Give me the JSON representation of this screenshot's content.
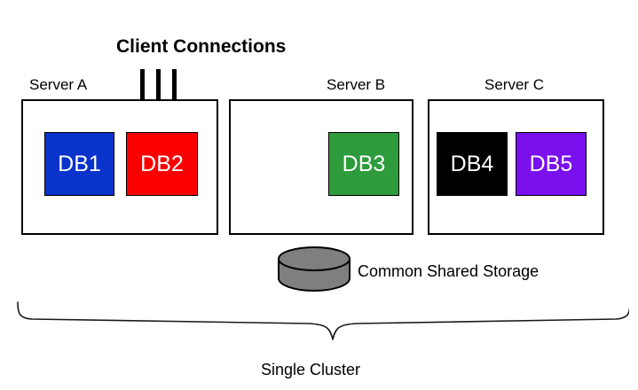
{
  "diagram": {
    "title": "Client Connections",
    "storage_label": "Common Shared Storage",
    "cluster_label": "Single Cluster",
    "servers": [
      {
        "label": "Server A"
      },
      {
        "label": "Server B"
      },
      {
        "label": "Server C"
      }
    ],
    "databases": [
      {
        "label": "DB1",
        "color": "#0a33cc",
        "server": "Server A"
      },
      {
        "label": "DB2",
        "color": "#fb0000",
        "server": "Server A"
      },
      {
        "label": "DB3",
        "color": "#2e9b3c",
        "server": "Server B"
      },
      {
        "label": "DB4",
        "color": "#000000",
        "server": "Server C"
      },
      {
        "label": "DB5",
        "color": "#7a10ee",
        "server": "Server C"
      }
    ],
    "connections": {
      "arrow_count": 3,
      "target": "DB2"
    },
    "storage": {
      "shape": "cylinder",
      "fill": "#7f7f7f",
      "stroke": "#000000"
    },
    "colors": {
      "background": "#ffffff",
      "outline": "#000000",
      "text": "#000000",
      "db_text": "#ffffff"
    }
  }
}
